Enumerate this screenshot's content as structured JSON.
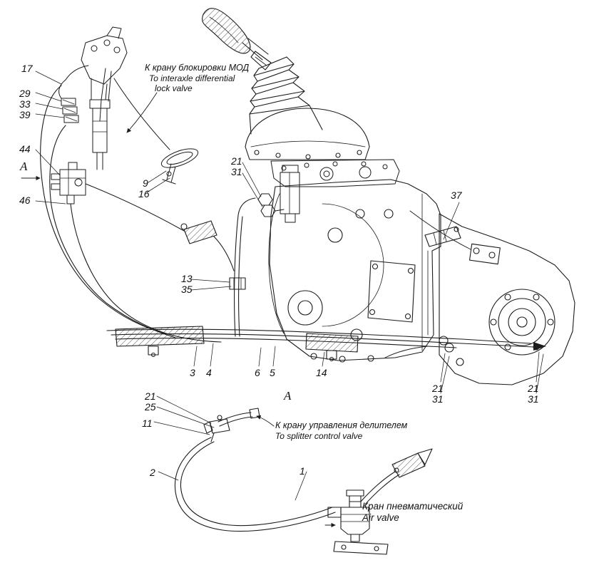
{
  "figure": {
    "background": "#ffffff",
    "ink": "#1c1c1c"
  },
  "annotations": {
    "mod_valve": {
      "ru": "К крану блокировки МОД",
      "en_line1": "To interaxle differential",
      "en_line2": "lock valve"
    },
    "splitter_valve": {
      "ru": "К крану управления делителем",
      "en": "To splitter control valve"
    },
    "air_valve": {
      "ru": "Кран пневматический",
      "en": "Air valve"
    },
    "section_view": {
      "marker": "А",
      "view_label": "А"
    }
  },
  "callouts": [
    {
      "label": "17"
    },
    {
      "label": "29"
    },
    {
      "label": "33"
    },
    {
      "label": "39"
    },
    {
      "label": "44"
    },
    {
      "label": "46"
    },
    {
      "label": "9"
    },
    {
      "label": "16"
    },
    {
      "label": "21"
    },
    {
      "label": "31"
    },
    {
      "label": "37"
    },
    {
      "label": "13"
    },
    {
      "label": "35"
    },
    {
      "label": "3"
    },
    {
      "label": "4"
    },
    {
      "label": "6"
    },
    {
      "label": "5"
    },
    {
      "label": "14"
    },
    {
      "label": "21"
    },
    {
      "label": "31"
    },
    {
      "label": "21"
    },
    {
      "label": "31"
    },
    {
      "label": "21"
    },
    {
      "label": "25"
    },
    {
      "label": "11"
    },
    {
      "label": "2"
    },
    {
      "label": "1"
    }
  ]
}
